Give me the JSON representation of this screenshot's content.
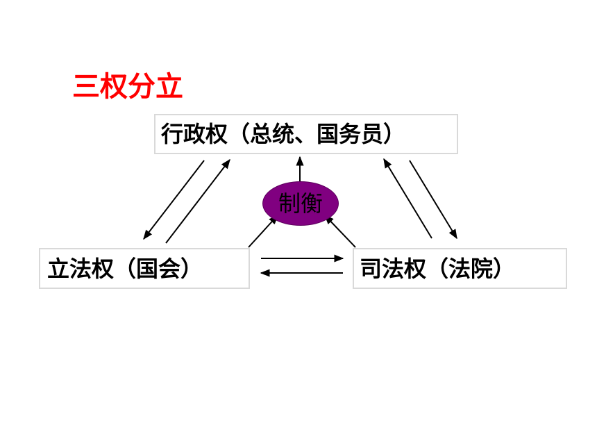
{
  "title": "三权分立",
  "boxes": {
    "executive": "行政权（总统、国务员）",
    "legislative": "立法权（国会）",
    "judicial": "司法权（法院）"
  },
  "center": {
    "label": "制衡",
    "fill": "#800080"
  },
  "colors": {
    "title": "#ff0000",
    "box_border": "#d9d9d9",
    "arrow": "#000000"
  }
}
